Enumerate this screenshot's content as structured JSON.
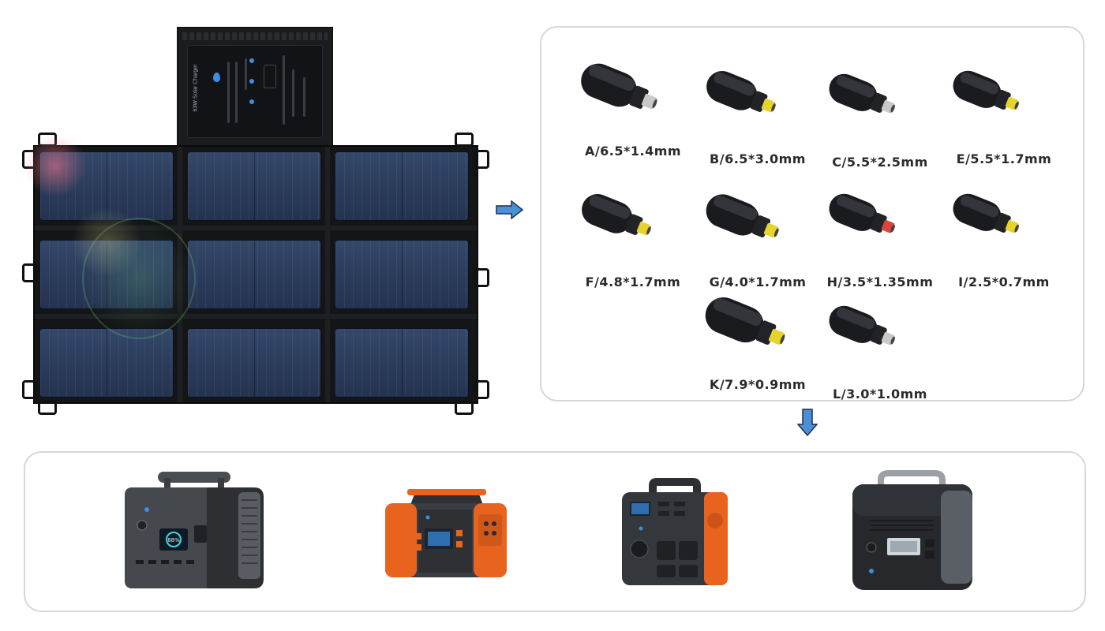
{
  "panel": {
    "logo_icon": "bigblue-droplet-icon",
    "product_title": "63W Solar Charger"
  },
  "arrows": {
    "right_icon": "arrow-right-icon",
    "down_icon": "arrow-down-icon",
    "color": "#4a90d9"
  },
  "connectors": [
    {
      "label": "A/6.5*1.4mm",
      "tip_color": "#c9c9c9"
    },
    {
      "label": "B/6.5*3.0mm",
      "tip_color": "#e6d42a"
    },
    {
      "label": "C/5.5*2.5mm",
      "tip_color": "#c9c9c9"
    },
    {
      "label": "E/5.5*1.7mm",
      "tip_color": "#e6d42a"
    },
    {
      "label": "F/4.8*1.7mm",
      "tip_color": "#e6d42a"
    },
    {
      "label": "G/4.0*1.7mm",
      "tip_color": "#e6d42a"
    },
    {
      "label": "H/3.5*1.35mm",
      "tip_color": "#d8463a"
    },
    {
      "label": "I/2.5*0.7mm",
      "tip_color": "#e6d42a"
    },
    {
      "label": "K/7.9*0.9mm",
      "tip_color": "#e6d42a"
    },
    {
      "label": "L/3.0*1.0mm",
      "tip_color": "#c9c9c9"
    }
  ],
  "stations": [
    {
      "name_icon": "power-station-grey-icon",
      "accent": "#5a5f66",
      "screen_text": "88%"
    },
    {
      "name_icon": "power-station-orange-icon",
      "accent": "#e8641e"
    },
    {
      "name_icon": "power-station-dark-orange-icon",
      "accent": "#e8641e"
    },
    {
      "name_icon": "power-station-black-icon",
      "accent": "#2a2c30"
    }
  ]
}
